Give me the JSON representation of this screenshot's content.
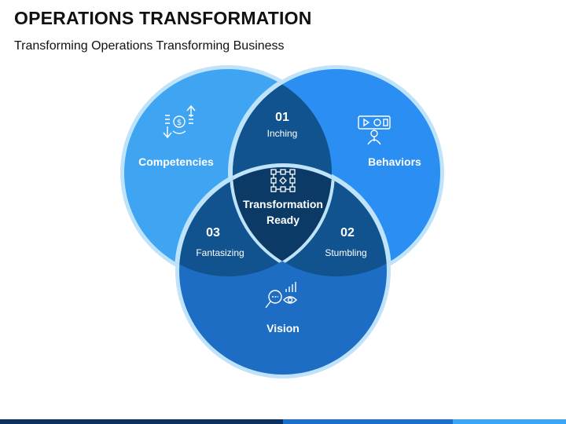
{
  "header": {
    "title": "OPERATIONS TRANSFORMATION",
    "subtitle": "Transforming Operations Transforming Business"
  },
  "venn": {
    "circles": [
      {
        "label": "Competencies",
        "icon": "money-exchange-icon",
        "color": "#3fa4f2"
      },
      {
        "label": "Behaviors",
        "icon": "presentation-icon",
        "color": "#2a8ef2"
      },
      {
        "label": "Vision",
        "icon": "magnifier-eye-chart-icon",
        "color": "#1e6dc4"
      }
    ],
    "overlaps": [
      {
        "number": "01",
        "label": "Inching"
      },
      {
        "number": "02",
        "label": "Stumbling"
      },
      {
        "number": "03",
        "label": "Fantasizing"
      }
    ],
    "center": {
      "line1": "Transformation",
      "line2": "Ready",
      "icon": "process-flow-icon"
    }
  },
  "colors": {
    "ring": "#bfe3fb",
    "overlap": "#11538f",
    "center": "#0b3a66",
    "text": "#ffffff"
  }
}
